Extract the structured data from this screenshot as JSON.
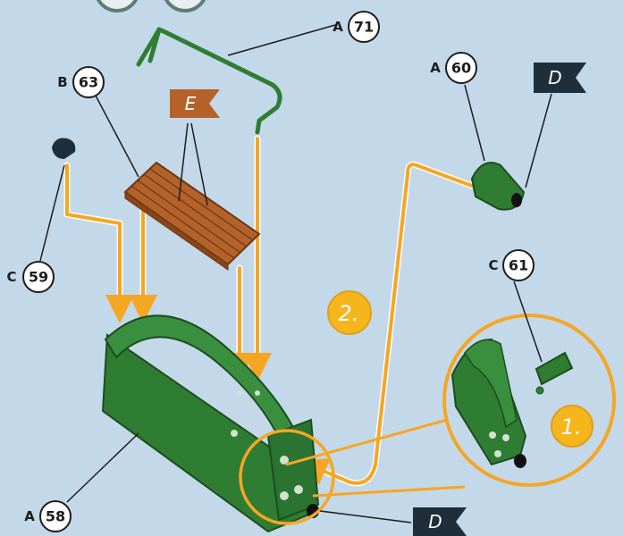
{
  "callouts": [
    {
      "id": "a71",
      "letter": "A",
      "number": "71"
    },
    {
      "id": "b63",
      "letter": "B",
      "number": "63"
    },
    {
      "id": "a60",
      "letter": "A",
      "number": "60"
    },
    {
      "id": "c59",
      "letter": "C",
      "number": "59"
    },
    {
      "id": "c61",
      "letter": "C",
      "number": "61"
    },
    {
      "id": "a58",
      "letter": "A",
      "number": "58"
    }
  ],
  "flags": {
    "e": "E",
    "d_top": "D",
    "d_bottom": "D"
  },
  "steps": {
    "one": "1.",
    "two": "2."
  },
  "colors": {
    "background": "#c3d8e9",
    "part_green": "#2e7d32",
    "part_green_light": "#4aa04e",
    "wood": "#b5622a",
    "arrow_orange": "#f5a623",
    "flag_dark": "#1e2f3b",
    "flag_wood": "#b5622a",
    "step_badge": "#f4b51d"
  }
}
